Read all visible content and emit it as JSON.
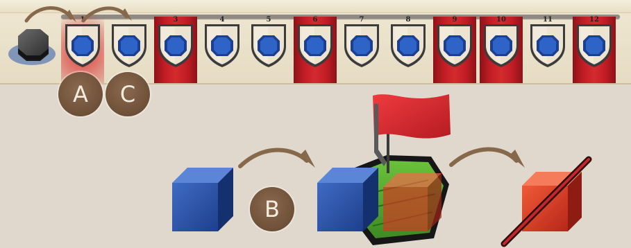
{
  "track": {
    "slots": [
      {
        "label": "1",
        "red": false,
        "marker": true
      },
      {
        "label": "",
        "red": false,
        "marker": false
      },
      {
        "label": "3",
        "red": true,
        "marker": false
      },
      {
        "label": "4",
        "red": false,
        "marker": false
      },
      {
        "label": "5",
        "red": false,
        "marker": false
      },
      {
        "label": "6",
        "red": true,
        "marker": false
      },
      {
        "label": "7",
        "red": false,
        "marker": false
      },
      {
        "label": "8",
        "red": false,
        "marker": false
      },
      {
        "label": "9",
        "red": true,
        "marker": false
      },
      {
        "label": "10",
        "red": true,
        "marker": false
      },
      {
        "label": "11",
        "red": false,
        "marker": false
      },
      {
        "label": "12",
        "red": true,
        "marker": false
      }
    ]
  },
  "steps": {
    "a": "A",
    "b": "B",
    "c": "C"
  },
  "colors": {
    "banner_red": "#c21d25",
    "shield_cream": "#ece4d0",
    "gem_blue": "#1f4fb0",
    "cube_blue": "#2a52a8",
    "cube_red": "#d03a22",
    "step_brown": "#6e5038",
    "arrow_brown": "#86684a",
    "flag_red": "#d7242a",
    "background": "#e0d8cc"
  },
  "icons": [
    "octagon-token-icon",
    "shield-icon",
    "banner-icon",
    "curved-arrow-icon",
    "blue-cube-icon",
    "red-cube-icon",
    "flag-icon",
    "hex-tile-icon",
    "strike-icon"
  ]
}
